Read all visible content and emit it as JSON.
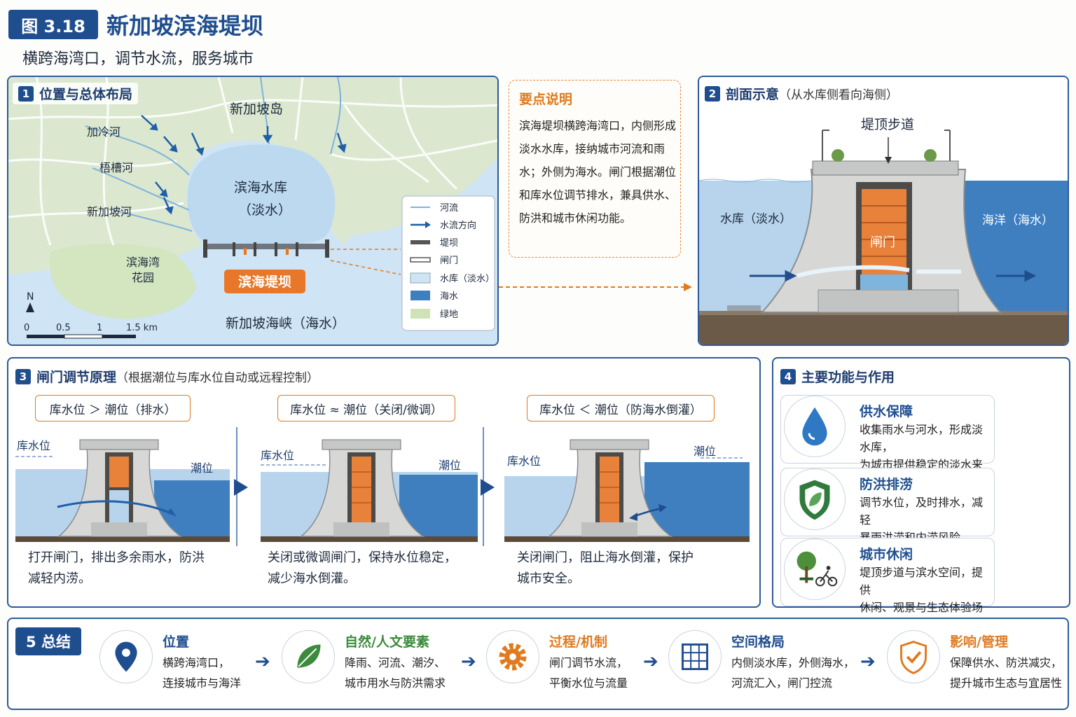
{
  "header": {
    "figure_badge": "图 3.18",
    "title": "新加坡滨海堤坝",
    "subtitle": "横跨海湾口，调节水流，服务城市"
  },
  "panel1": {
    "num": "1",
    "title": "位置与总体布局",
    "labels": {
      "island": "新加坡岛",
      "reservoir": "滨海水库",
      "reservoir_sub": "（淡水）",
      "river1": "加冷河",
      "river2": "梧槽河",
      "river3": "新加坡河",
      "garden1": "滨海湾",
      "garden2": "花园",
      "barrage": "滨海堤坝",
      "strait": "新加坡海峡（海水）",
      "north": "N"
    },
    "scale": [
      "0",
      "0.5",
      "1",
      "1.5 km"
    ],
    "legend": [
      "河流",
      "水流方向",
      "堤坝",
      "闸门",
      "水库（淡水）",
      "海水",
      "绿地"
    ]
  },
  "key_points": {
    "title": "要点说明",
    "body": "滨海堤坝横跨海湾口，内侧形成淡水水库，接纳城市河流和雨水；外侧为海水。闸门根据潮位和库水位调节排水，兼具供水、防洪和城市休闲功能。"
  },
  "panel2": {
    "num": "2",
    "title": "剖面示意",
    "note": "（从水库侧看向海侧）",
    "walkway": "堤顶步道",
    "left": "水库（淡水）",
    "right": "海洋（海水）",
    "gate": "闸门"
  },
  "panel3": {
    "num": "3",
    "title": "闸门调节原理",
    "note": "（根据潮位与库水位自动或远程控制）",
    "reservoir_level": "库水位",
    "tide_level": "潮位",
    "cases": [
      {
        "cond": "库水位 ＞ 潮位（排水）",
        "desc1": "打开闸门，排出多余雨水，防洪",
        "desc2": "减轻内涝。"
      },
      {
        "cond": "库水位 ≈ 潮位（关闭/微调）",
        "desc1": "关闭或微调闸门，保持水位稳定，",
        "desc2": "减少海水倒灌。"
      },
      {
        "cond": "库水位 ＜ 潮位（防海水倒灌）",
        "desc1": "关闭闸门，阻止海水倒灌，保护",
        "desc2": "城市安全。"
      }
    ]
  },
  "panel4": {
    "num": "4",
    "title": "主要功能与作用",
    "items": [
      {
        "title": "供水保障",
        "l1": "收集雨水与河水，形成淡水库，",
        "l2": "为城市提供稳定的淡水来源。",
        "icon": "water-drop-icon"
      },
      {
        "title": "防洪排涝",
        "l1": "调节水位，及时排水，减轻",
        "l2": "暴雨洪涝和内涝风险。",
        "icon": "shield-leaf-icon"
      },
      {
        "title": "城市休闲",
        "l1": "堤顶步道与滨水空间，提供",
        "l2": "休闲、观景与生态体验场所。",
        "icon": "tree-bike-icon"
      }
    ]
  },
  "summary": {
    "badge": "5 总结",
    "items": [
      {
        "title": "位置",
        "l1": "横跨海湾口，",
        "l2": "连接城市与海洋",
        "color": "#1f4e8f",
        "icon": "location-pin-icon"
      },
      {
        "title": "自然/人文要素",
        "l1": "降雨、河流、潮汐、",
        "l2": "城市用水与防洪需求",
        "color": "#3c8a3c",
        "icon": "leaf-icon"
      },
      {
        "title": "过程/机制",
        "l1": "闸门调节水流，",
        "l2": "平衡水位与流量",
        "color": "#e07a1f",
        "icon": "gear-icon"
      },
      {
        "title": "空间格局",
        "l1": "内侧淡水库，外侧海水，",
        "l2": "河流汇入，闸门控流",
        "color": "#1f4e8f",
        "icon": "grid-icon"
      },
      {
        "title": "影响/管理",
        "l1": "保障供水、防洪减灾，",
        "l2": "提升城市生态与宜居性",
        "color": "#e07a1f",
        "icon": "shield-check-icon"
      }
    ]
  },
  "colors": {
    "primary": "#1f4e8f",
    "accent": "#e07a1f",
    "fresh_water": "#cfe4f4",
    "sea": "#3f7fc0",
    "green": "#d3e6c0"
  }
}
